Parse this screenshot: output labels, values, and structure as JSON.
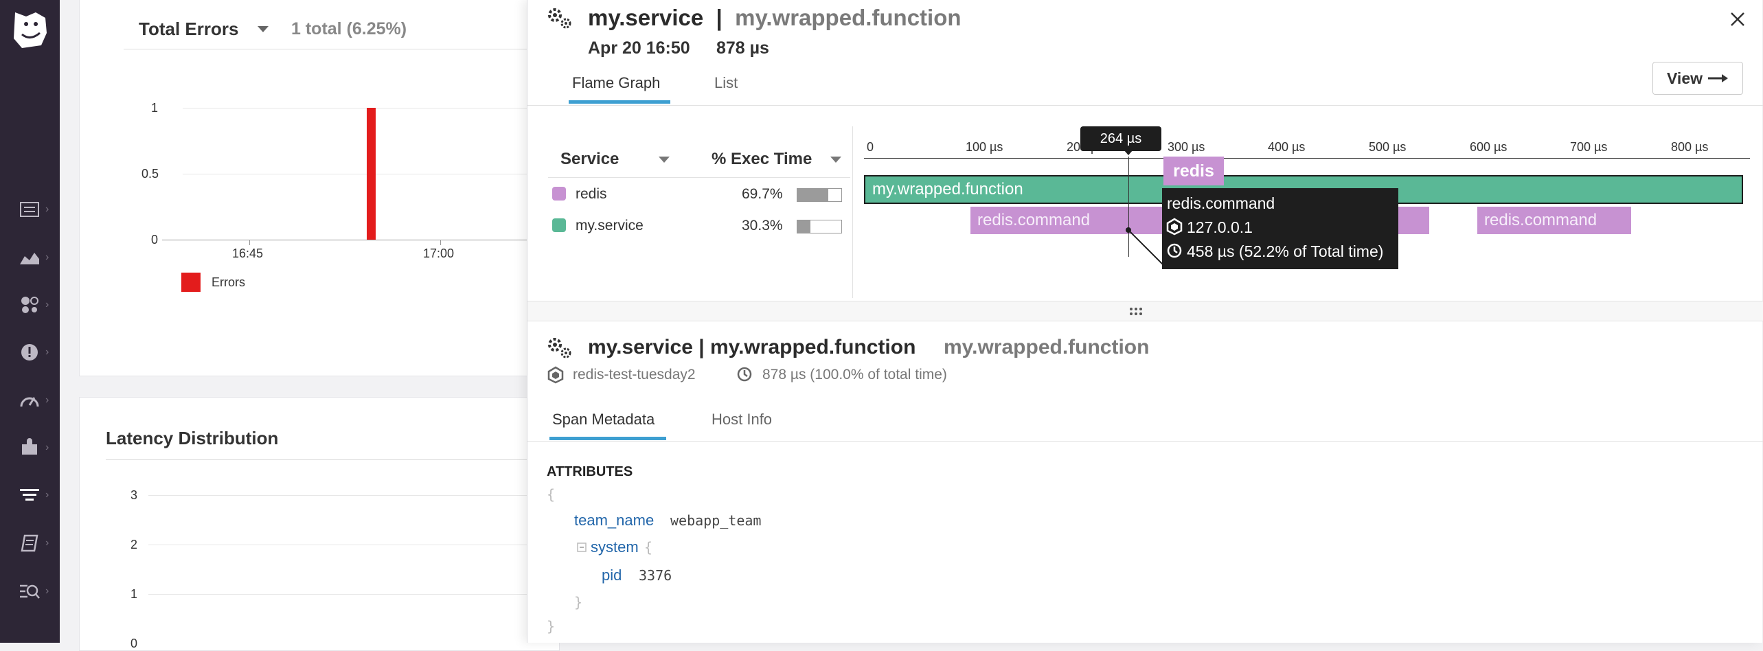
{
  "errors_card": {
    "title": "Total Errors",
    "summary": "1 total (6.25%)",
    "y_ticks": [
      "1",
      "0.5",
      "0"
    ],
    "x_ticks": [
      "16:45",
      "17:00"
    ],
    "legend": "Errors",
    "error_color": "#e31c1c"
  },
  "chart_data": {
    "type": "bar",
    "title": "Total Errors",
    "x": [
      "16:53"
    ],
    "series": [
      {
        "name": "Errors",
        "values": [
          1
        ]
      }
    ],
    "x_ticks": [
      "16:45",
      "17:00"
    ],
    "ylim": [
      0,
      1
    ],
    "y_ticks": [
      0,
      0.5,
      1
    ]
  },
  "latency_card": {
    "title": "Latency Distribution",
    "y_ticks": [
      "3",
      "2",
      "1",
      "0"
    ]
  },
  "panel": {
    "service": "my.service",
    "separator": "|",
    "resource": "my.wrapped.function",
    "date": "Apr 20 16:50",
    "duration": "878 µs",
    "tabs": [
      "Flame Graph",
      "List"
    ],
    "view_button": "View",
    "close_icon": "close-icon"
  },
  "flame": {
    "col_service": "Service",
    "col_exec": "% Exec Time",
    "services": [
      {
        "name": "redis",
        "pct": "69.7%",
        "fraction": 0.697,
        "color": "#c792d2"
      },
      {
        "name": "my.service",
        "pct": "30.3%",
        "fraction": 0.303,
        "color": "#5ab896"
      }
    ],
    "axis_ticks": [
      "0",
      "100 µs",
      "200 µs",
      "300 µs",
      "400 µs",
      "500 µs",
      "600 µs",
      "700 µs",
      "800 µs"
    ],
    "cursor_label": "264 µs",
    "root_span": "my.wrapped.function",
    "child_spans": [
      "redis.command",
      "redis.command",
      "redis.command"
    ],
    "hover_label": "redis",
    "tooltip": {
      "title": "redis.command",
      "host": "127.0.0.1",
      "time": "458 µs (52.2% of Total time)"
    }
  },
  "detail": {
    "title": "my.service | my.wrapped.function",
    "subtitle": "my.wrapped.function",
    "host": "redis-test-tuesday2",
    "time": "878 µs (100.0% of total time)",
    "tabs": [
      "Span Metadata",
      "Host Info"
    ],
    "section": "ATTRIBUTES",
    "open_brace": "{",
    "close_brace": "}",
    "attrs": {
      "team_name_key": "team_name",
      "team_name_val": "webapp_team",
      "system_key": "system",
      "pid_key": "pid",
      "pid_val": "3376"
    }
  }
}
